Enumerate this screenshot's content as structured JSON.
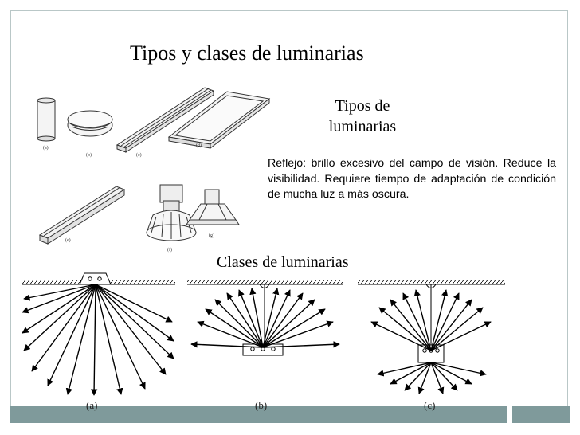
{
  "slide": {
    "title": "Tipos y clases de luminarias",
    "types_heading": "Tipos de luminarias",
    "description": "Reflejo:  brillo excesivo del campo de visión. Reduce la visibilidad.  Requiere tiempo de adaptación de condición de mucha luz a más oscura.",
    "classes_heading": "Clases de luminarias"
  },
  "luminaire_types": {
    "labels": [
      "(a)",
      "(b)",
      "(c)",
      "(d)",
      "(e)",
      "(f)",
      "(g)"
    ]
  },
  "luminaire_classes": {
    "labels": [
      "(a)",
      "(b)",
      "(c)"
    ]
  },
  "colors": {
    "footer_band": "#7f9a9b",
    "frame_border": "#b9c7c7",
    "line": "#000000"
  }
}
